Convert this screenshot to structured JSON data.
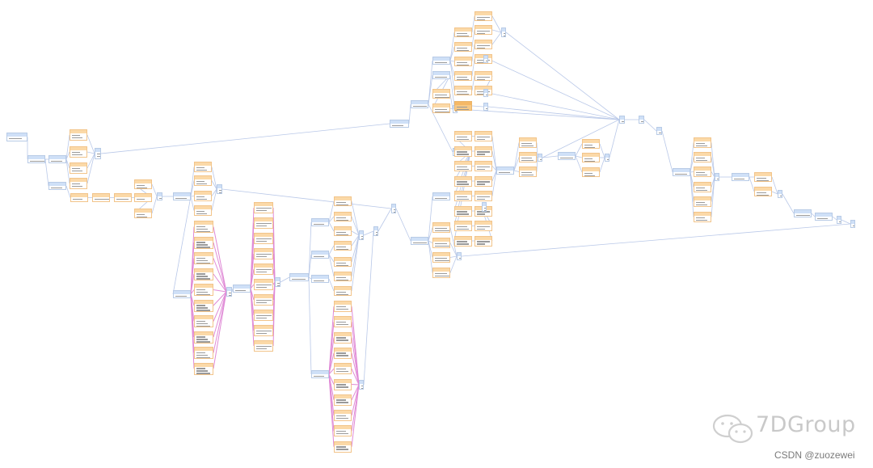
{
  "watermark": {
    "brand": "7DGroup",
    "credit": "CSDN @zuozewei",
    "logo_icon": "wechat-logo-icon"
  },
  "colors": {
    "edge_default": "#b9c8e8",
    "edge_highlight": "#e08ad6",
    "node_blue_header": "#cfe0f7",
    "node_orange_header": "#fbd9a8",
    "node_strong": "#f7c987"
  },
  "diagram": {
    "type": "execution-plan-graph",
    "node_count": 150,
    "labels_legible": false
  }
}
